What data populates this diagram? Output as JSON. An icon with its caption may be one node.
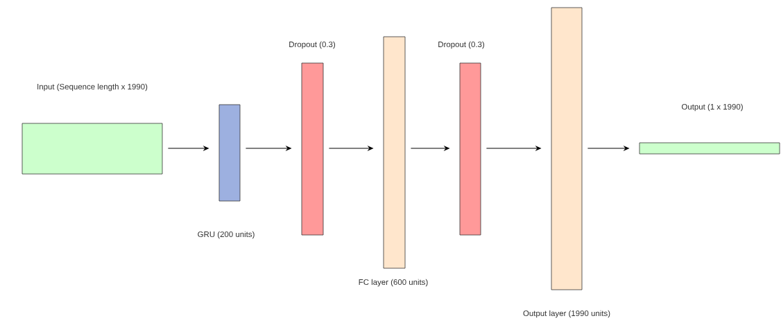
{
  "diagram": {
    "nodes": [
      {
        "text": [
          "Input (Sequence length x 1990)"
        ]
      },
      {
        "text": [
          "GRU (200 units)"
        ]
      },
      {
        "text": [
          "Dropout (0.3)"
        ]
      },
      {
        "text": [
          "FC layer (600 units)"
        ]
      },
      {
        "text": [
          "Dropout (0.3)"
        ]
      },
      {
        "text": [
          "Output layer (1990 units)"
        ]
      },
      {
        "text": [
          "Output (1 x 1990)"
        ]
      }
    ],
    "edges": [
      {
        "from": 0,
        "to": 1,
        "arrow": "to"
      },
      {
        "from": 1,
        "to": 2,
        "arrow": "to"
      },
      {
        "from": 2,
        "to": 3,
        "arrow": "to"
      },
      {
        "from": 3,
        "to": 4,
        "arrow": "to"
      },
      {
        "from": 4,
        "to": 5,
        "arrow": "to"
      },
      {
        "from": 5,
        "to": 6,
        "arrow": "to"
      }
    ]
  }
}
